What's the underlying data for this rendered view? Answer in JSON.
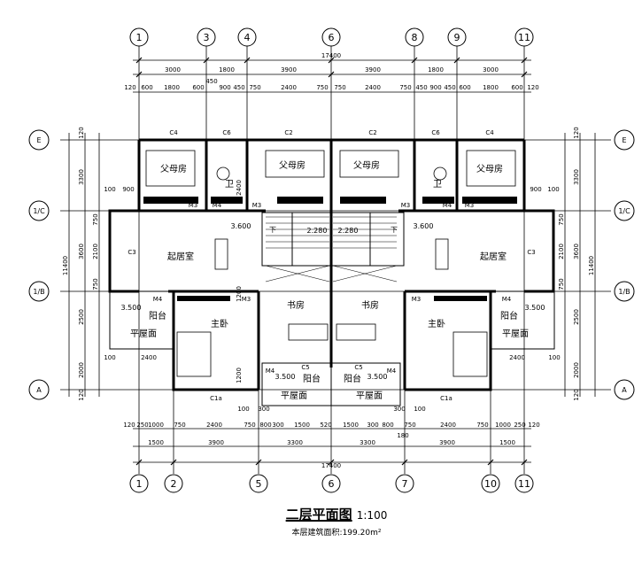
{
  "title": "二层平面图",
  "scale": "1:100",
  "area_note": "本层建筑面积:199.20m²",
  "axes": {
    "top": [
      "1",
      "3",
      "4",
      "6",
      "8",
      "9",
      "11"
    ],
    "bottom": [
      "1",
      "2",
      "5",
      "6",
      "7",
      "10",
      "11"
    ],
    "left": [
      "E",
      "1/C",
      "1/B",
      "A"
    ],
    "right": [
      "E",
      "1/C",
      "1/B",
      "A"
    ]
  },
  "dims": {
    "overall": "17400",
    "top_row1": [
      "3000",
      "1800",
      "3900",
      "3900",
      "1800",
      "3000"
    ],
    "top_row2": [
      "120",
      "600",
      "1800",
      "600",
      "450",
      "900",
      "450",
      "750",
      "2400",
      "750",
      "750",
      "2400",
      "750",
      "450",
      "900",
      "450",
      "600",
      "1800",
      "600",
      "120"
    ],
    "bottom_row1": [
      "120",
      "250",
      "1000",
      "750",
      "2400",
      "750",
      "800",
      "300",
      "1500",
      "520",
      "1500",
      "300",
      "800",
      "750",
      "2400",
      "750",
      "1000",
      "250",
      "120"
    ],
    "bottom_row2": [
      "1500",
      "3900",
      "3300",
      "3300",
      "3900",
      "1500"
    ],
    "left": [
      "120",
      "3300",
      "750",
      "3600",
      "2100",
      "750",
      "2500",
      "2000",
      "120"
    ],
    "left_total": "11400",
    "right": [
      "120",
      "3300",
      "750",
      "2100",
      "3600",
      "750",
      "2500",
      "2000",
      "120"
    ],
    "right_total": "11400"
  },
  "rooms": {
    "parents_room": "父母房",
    "bathroom": "卫",
    "living_room": "起居室",
    "master_bedroom": "主卧",
    "study": "书房",
    "balcony": "阳台",
    "flat_roof": "平屋面",
    "down": "下"
  },
  "levels": {
    "l3600": "3.600",
    "l3500": "3.500",
    "l2280": "2.280"
  },
  "labels": {
    "c4": "C4",
    "c6": "C6",
    "c2": "C2",
    "c3": "C3",
    "c5": "C5",
    "c1a": "C1a",
    "m3": "M3",
    "m4": "M4",
    "d100": "100",
    "d900": "900",
    "d2400": "2400",
    "d1200": "1200",
    "d120": "120",
    "d300": "300",
    "d180": "180",
    "d250": "250",
    "d600": "600"
  }
}
